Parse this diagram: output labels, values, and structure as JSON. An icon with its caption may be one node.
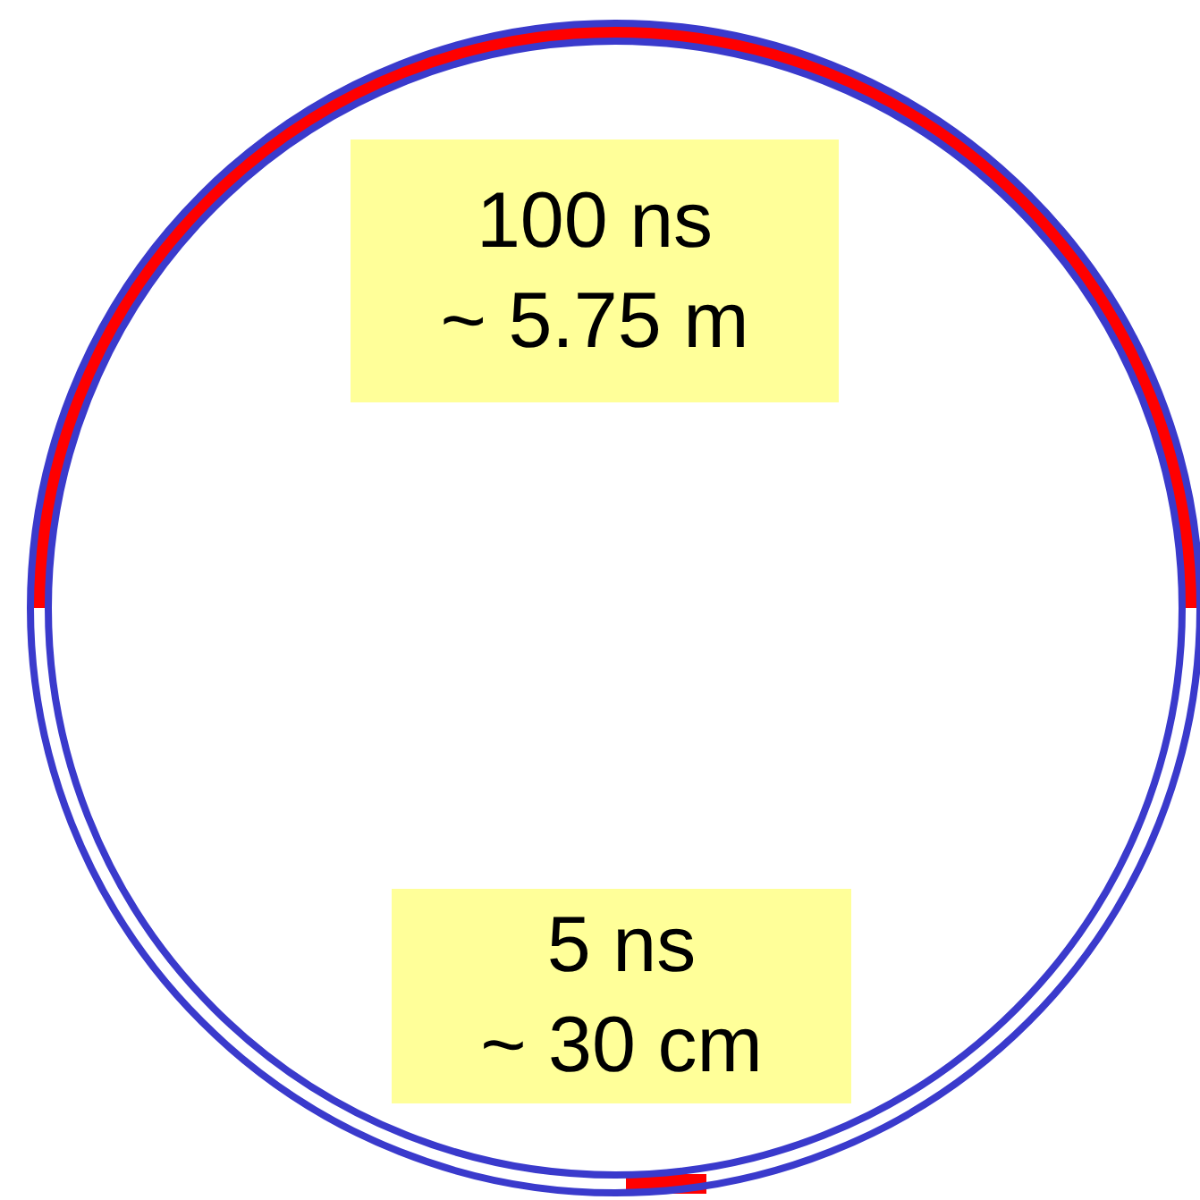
{
  "diagram": {
    "nodes": [
      {
        "text": [
          "100 ns",
          "~ 5.75 m"
        ]
      },
      {
        "text": [
          "5 ns",
          "~ 30 cm"
        ]
      }
    ]
  }
}
